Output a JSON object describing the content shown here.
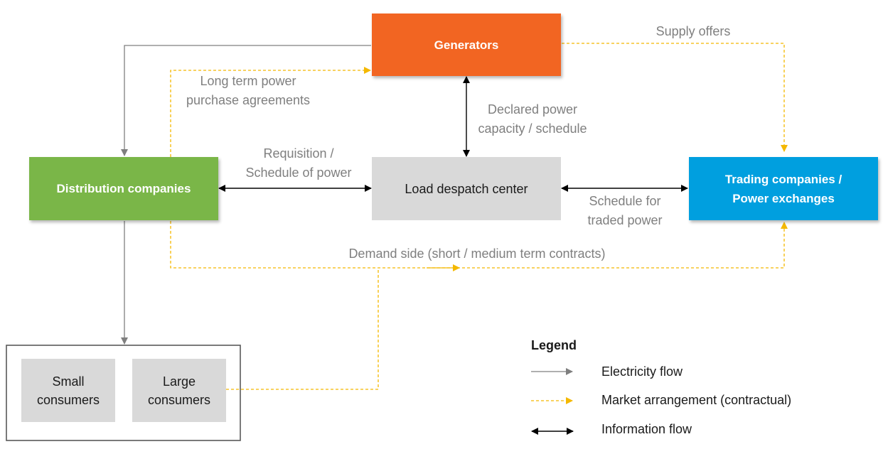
{
  "colors": {
    "generators": "#f26522",
    "distribution": "#7ab648",
    "trading": "#009fdf",
    "load_center": "#d9d9d9",
    "electricity_flow": "#7f7f7f",
    "market_arrangement": "#f4b800",
    "information_flow": "#000000"
  },
  "nodes": {
    "generators": "Generators",
    "distribution": "Distribution companies",
    "load_center": "Load despatch center",
    "trading_line1": "Trading companies /",
    "trading_line2": "Power exchanges",
    "small_line1": "Small",
    "small_line2": "consumers",
    "large_line1": "Large",
    "large_line2": "consumers"
  },
  "labels": {
    "supply_offers": "Supply offers",
    "ppa_line1": "Long term power",
    "ppa_line2": "purchase agreements",
    "declared_line1": "Declared power",
    "declared_line2": "capacity / schedule",
    "requisition_line1": "Requisition /",
    "requisition_line2": "Schedule of power",
    "schedule_line1": "Schedule for",
    "schedule_line2": "traded power",
    "demand_side": "Demand side (short / medium term contracts)"
  },
  "legend": {
    "title": "Legend",
    "electricity": "Electricity flow",
    "market": "Market arrangement (contractual)",
    "information": "Information flow"
  }
}
